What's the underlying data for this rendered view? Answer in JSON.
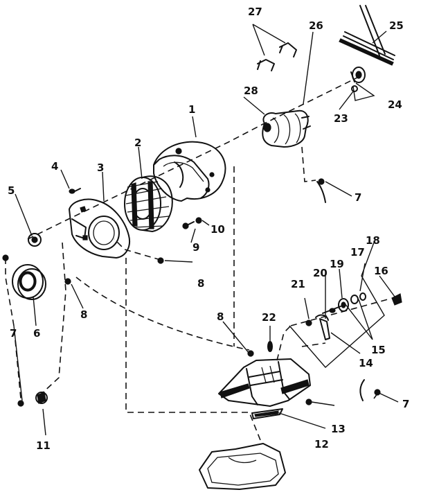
{
  "callouts": {
    "c1": "1",
    "c2": "2",
    "c3": "3",
    "c4": "4",
    "c5": "5",
    "c6": "6",
    "c7a": "7",
    "c7b": "7",
    "c7c": "7",
    "c8a": "8",
    "c8b": "8",
    "c8c": "8",
    "c9": "9",
    "c10": "10",
    "c11": "11",
    "c12": "12",
    "c13": "13",
    "c14": "14",
    "c15": "15",
    "c16": "16",
    "c17": "17",
    "c18": "18",
    "c19": "19",
    "c20": "20",
    "c21": "21",
    "c22": "22",
    "c23": "23",
    "c24": "24",
    "c25": "25",
    "c26": "26",
    "c27": "27",
    "c28": "28"
  }
}
